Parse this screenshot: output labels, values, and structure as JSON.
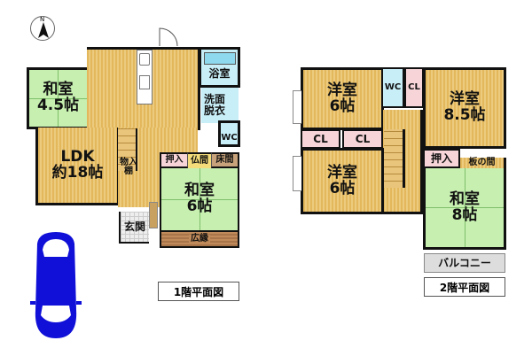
{
  "compass": {
    "label": "N"
  },
  "floor1": {
    "title": "1階平面図",
    "rooms": {
      "washitsu_small": {
        "name": "和室",
        "size": "4.5帖"
      },
      "ldk": {
        "name": "LDK",
        "size": "約18帖"
      },
      "bath": {
        "name": "浴室"
      },
      "washroom": {
        "name": "洗面\n脱衣",
        "line1": "洗面",
        "line2": "脱衣"
      },
      "wc": {
        "name": "WC"
      },
      "storage": {
        "line1": "物入",
        "line2": "棚"
      },
      "oshiire": {
        "name": "押入"
      },
      "butsuma": {
        "name": "仏間"
      },
      "tokonoma": {
        "name": "床間"
      },
      "washitsu_6": {
        "name": "和室",
        "size": "6帖"
      },
      "genkan": {
        "name": "玄関"
      },
      "engawa": {
        "name": "広縁"
      }
    }
  },
  "floor2": {
    "title": "2階平面図",
    "rooms": {
      "youshitsu_a": {
        "name": "洋室",
        "size": "6帖"
      },
      "wc": {
        "name": "WC"
      },
      "cl_top": {
        "name": "CL"
      },
      "youshitsu_b": {
        "name": "洋室",
        "size": "8.5帖"
      },
      "cl_left": {
        "name": "CL"
      },
      "cl_mid": {
        "name": "CL"
      },
      "youshitsu_c": {
        "name": "洋室",
        "size": "6帖"
      },
      "oshiire": {
        "name": "押入"
      },
      "itanoma": {
        "name": "板の間"
      },
      "washitsu": {
        "name": "和室",
        "size": "8帖"
      },
      "balcony": {
        "name": "バルコニー"
      }
    }
  },
  "colors": {
    "wood": "#e3b75c",
    "tatami": "#c6efb0",
    "closet": "#f6d4d8",
    "bath": "#c8eef8",
    "car": "#1010d8",
    "wall": "#111111"
  }
}
